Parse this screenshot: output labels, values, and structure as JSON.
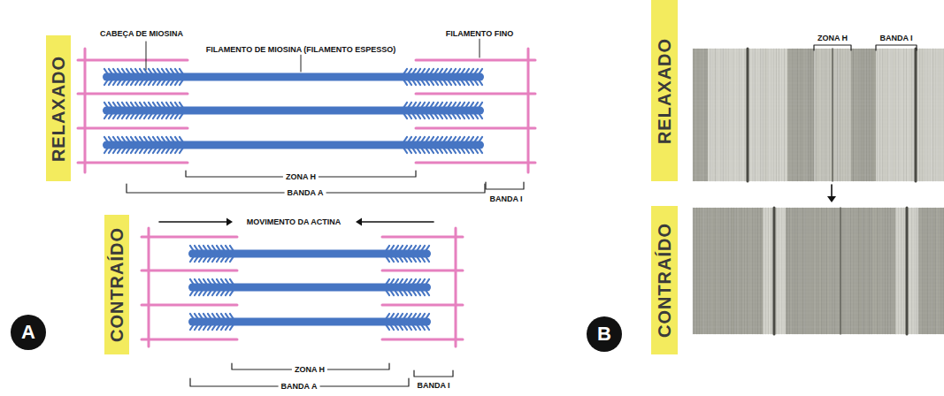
{
  "diagram": {
    "nodes": [
      {
        "text": [
          "RELAXADO"
        ]
      },
      {
        "text": [
          "CONTRAÍDO"
        ]
      },
      {
        "text": [
          "A"
        ]
      },
      {
        "text": [
          "RELAXADO"
        ]
      },
      {
        "text": [
          "CONTRAÍDO"
        ]
      },
      {
        "text": [
          "B"
        ]
      }
    ],
    "labels": [
      "CABEÇA DE MIOSINA",
      "FILAMENTO DE MIOSINA (FILAMENTO ESPESSO)",
      "FILAMENTO FINO",
      "ZONA H",
      "BANDA A",
      "BANDA I",
      "MOVIMENTO DA ACTINA",
      "ZONA H",
      "BANDA A",
      "BANDA I",
      "ZONA H",
      "BANDA I"
    ]
  }
}
